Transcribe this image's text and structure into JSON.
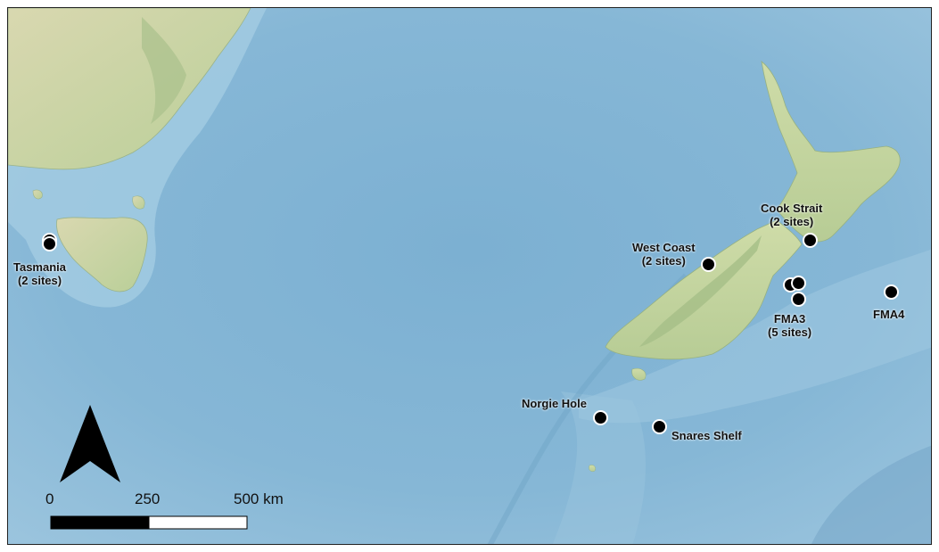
{
  "map": {
    "colors": {
      "ocean": "#8fbcd6",
      "ocean_deep": "#7aaed0",
      "land": "#c9d9a6",
      "land_highland": "#b8c99a",
      "site_marker": "#000000"
    },
    "labels": {
      "tasmania": [
        "Tasmania",
        "(2 sites)"
      ],
      "west_coast": [
        "West Coast",
        "(2 sites)"
      ],
      "cook_strait": [
        "Cook Strait",
        "(2 sites)"
      ],
      "fma3": [
        "FMA3",
        "(5 sites)"
      ],
      "fma4": [
        "FMA4"
      ],
      "norgie_hole": [
        "Norgie Hole"
      ],
      "snares_shelf": [
        "Snares Shelf"
      ]
    },
    "scale_bar": {
      "tick_0": "0",
      "tick_250": "250",
      "tick_500": "500 km"
    },
    "icons": {
      "north_arrow": "north-arrow-icon"
    }
  }
}
